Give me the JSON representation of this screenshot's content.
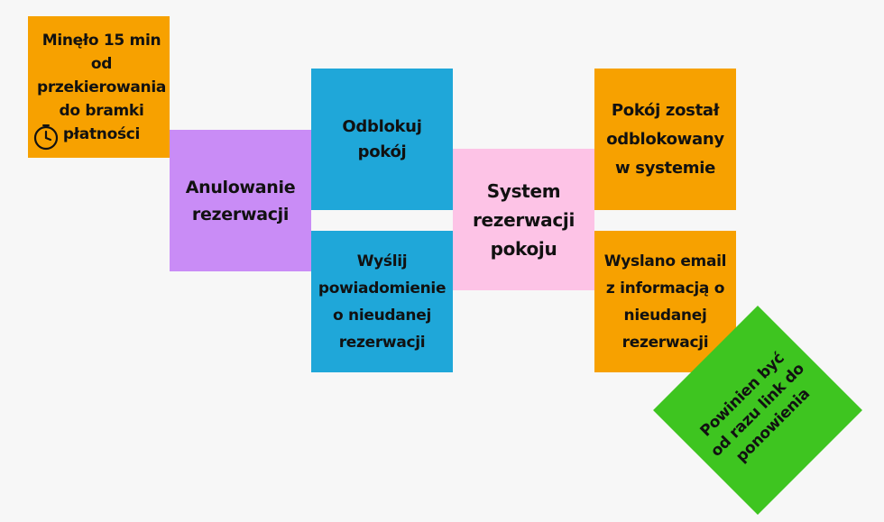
{
  "notes": {
    "n1": {
      "text": "Minęło 15 min od przekierowania do bramki płatności",
      "color": "#f7a100",
      "icon": "clock-icon"
    },
    "n2": {
      "text": "Anulowanie rezerwacji",
      "color": "#c98cf6"
    },
    "n3": {
      "text": "Odblokuj pokój",
      "color": "#1fa7d9"
    },
    "n4": {
      "text": "Wyślij powiadomienie o nieudanej rezerwacji",
      "color": "#1fa7d9"
    },
    "n5": {
      "text": "System rezerwacji pokoju",
      "color": "#fdc3e6"
    },
    "n6": {
      "text": "Pokój został odblokowany w systemie",
      "color": "#f7a100"
    },
    "n7": {
      "text": "Wyslano email z informacją o nieudanej rezerwacji",
      "color": "#f7a100"
    },
    "n8": {
      "text": "Powinien być od razu link do ponowienia",
      "color": "#3ec520"
    }
  },
  "background": "#f7f7f7"
}
